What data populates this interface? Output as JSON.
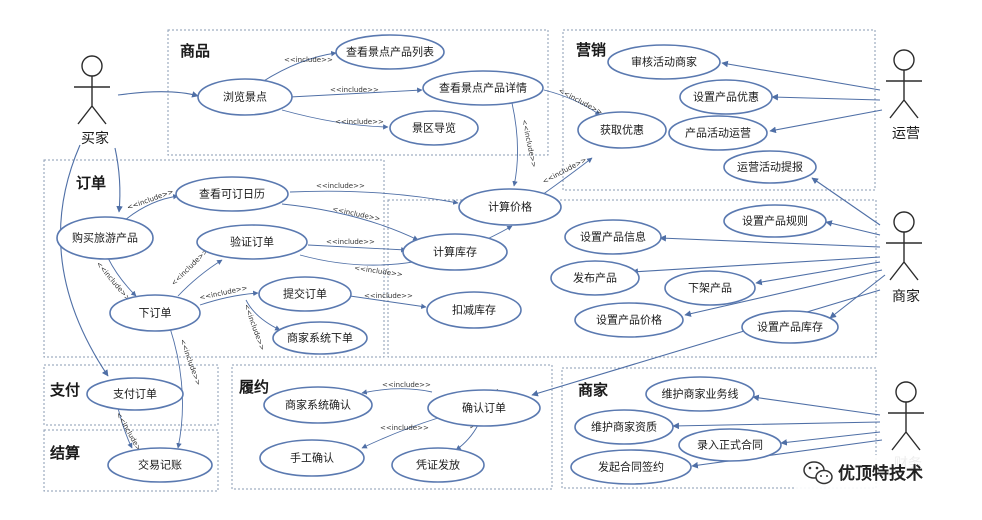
{
  "packages": {
    "shangpin": "商品",
    "yingxiao": "营销",
    "dingdan": "订单",
    "zhifu": "支付",
    "jiesuan": "结算",
    "lvyue": "履约",
    "shangjia": "商家"
  },
  "actors": {
    "buyer": "买家",
    "operator": "运营",
    "merchant": "商家",
    "finance": "财务"
  },
  "usecases": {
    "browse": "浏览景点",
    "list": "查看景点产品列表",
    "detail": "查看景点产品详情",
    "guide": "景区导览",
    "calendar": "查看可订日历",
    "buy": "购买旅游产品",
    "verify": "验证订单",
    "calc_price": "计算价格",
    "calc_stock": "计算库存",
    "place": "下订单",
    "submit": "提交订单",
    "deduct": "扣减库存",
    "merchant_order": "商家系统下单",
    "pay": "支付订单",
    "ledger": "交易记账",
    "audit": "审核活动商家",
    "set_discount": "设置产品优惠",
    "get_discount": "获取优惠",
    "campaign": "产品活动运营",
    "report": "运营活动提报",
    "set_rule": "设置产品规则",
    "set_info": "设置产品信息",
    "publish": "发布产品",
    "offline": "下架产品",
    "set_price": "设置产品价格",
    "set_stock": "设置产品库存",
    "merchant_confirm": "商家系统确认",
    "confirm": "确认订单",
    "manual": "手工确认",
    "voucher": "凭证发放",
    "biz_line": "维护商家业务线",
    "qualification": "维护商家资质",
    "contract": "录入正式合同",
    "sign": "发起合同签约"
  },
  "relation_label": "<<include>>",
  "watermark": "优顶特技术"
}
